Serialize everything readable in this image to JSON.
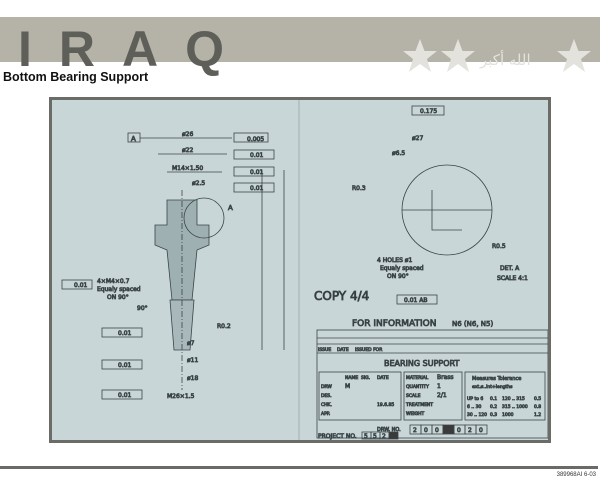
{
  "header": {
    "logo": "IRAQ",
    "motto_script": "الله أكبر"
  },
  "page_title": "Bottom Bearing Support",
  "drawing": {
    "datum": "A",
    "dims": {
      "d26": "ø26",
      "d22": "ø22",
      "thread": "M14×1.50",
      "d25": "ø2.5",
      "d11": "ø11",
      "d18": "ø18",
      "d7": "ø7",
      "m26": "M26×1.5",
      "holes": "4×M4×0.7",
      "equally": "Equaly spaced",
      "on": "ON 90°",
      "r02": "R0.2",
      "angle": "90°"
    },
    "tolerances": {
      "circ": "0.005",
      "t1": "0.01",
      "t1_ref": "A"
    },
    "detail": {
      "label": "DET. A",
      "scale": "SCALE 4:1",
      "r03": "R0.3",
      "r05": "R0.5",
      "holes": "4 HOLES ø1",
      "equally": "Equaly spaced",
      "on": "ON 90°",
      "d65": "ø6.5",
      "d27": "ø27",
      "flat": "0.175",
      "ab": "0.01 AB"
    },
    "copy": "COPY 4/4",
    "for_info": "FOR INFORMATION",
    "finish": "N6 (N6, N5)",
    "issue_headers": [
      "ISSUE",
      "DATE",
      "ISSUED FOR"
    ],
    "name": "BEARING SUPPORT",
    "sig_headers": [
      "NAME",
      "SIG.",
      "DATE"
    ],
    "sig_rows": [
      [
        "DRW",
        "M",
        "",
        ""
      ],
      [
        "DES.",
        "",
        "",
        ""
      ],
      [
        "CHK.",
        "",
        "",
        "19.6.85"
      ],
      [
        "APP.",
        "",
        "",
        ""
      ]
    ],
    "material_rows": [
      [
        "MATERIAL",
        "Brass"
      ],
      [
        "QUANTITY",
        "1"
      ],
      [
        "SCALE",
        "2/1"
      ],
      [
        "TREATMENT",
        ""
      ],
      [
        "WEIGHT",
        ""
      ]
    ],
    "tol_title": "Measures Tolerance",
    "tol_sub": "ext.ø..int+lengths",
    "tol_rows": [
      [
        "UP to 6",
        "0.1",
        "120 .. 315",
        "0.5"
      ],
      [
        "6 .. 30",
        "0.2",
        "315 .. 1000",
        "0.8"
      ],
      [
        "30 .. 120",
        "0.3",
        "1000",
        "1.2"
      ]
    ],
    "drw_no_label": "DRW. NO.",
    "drw_no": [
      "2",
      "0",
      "0",
      "",
      "0",
      "2",
      "0"
    ],
    "project_label": "PROJECT NO.",
    "project_no": [
      "5",
      "5",
      "2"
    ]
  },
  "footer": {
    "code": "389968AI 6-03"
  }
}
